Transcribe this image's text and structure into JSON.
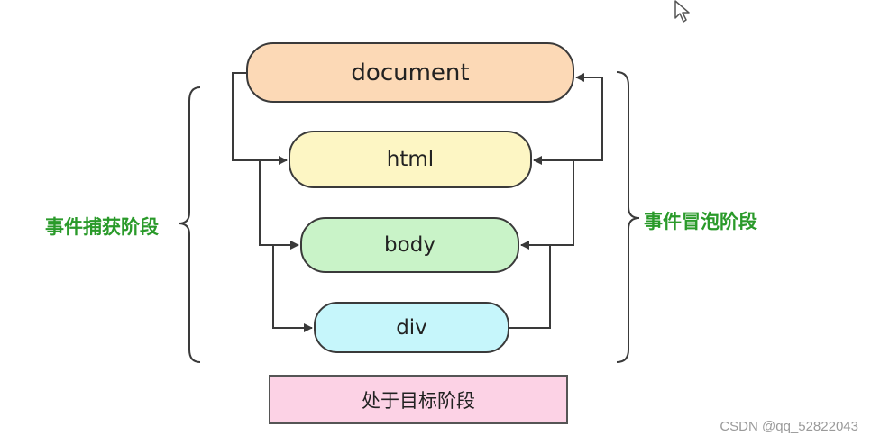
{
  "nodes": {
    "document": "document",
    "html": "html",
    "body": "body",
    "div": "div"
  },
  "target_phase": "处于目标阶段",
  "capture_phase": "事件捕获阶段",
  "bubble_phase": "事件冒泡阶段",
  "watermark": "CSDN @qq_52822043",
  "colors": {
    "document": "#fcd9b6",
    "html": "#fdf6c4",
    "body": "#c9f3c8",
    "div": "#c6f6fb",
    "target": "#fcd2e5",
    "phase_label": "#2a9a2a",
    "line": "#3a3a3a"
  },
  "icons": {
    "cursor": "mouse-pointer-icon"
  }
}
